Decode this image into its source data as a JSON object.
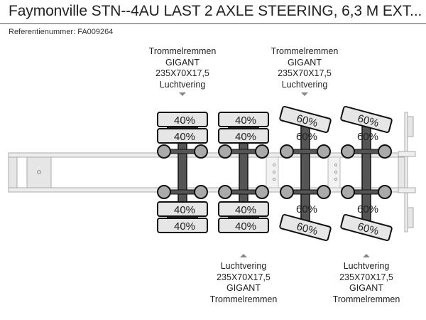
{
  "header": {
    "title": "Faymonville STN--4AU LAST 2 AXLE STEERING, 6,3 M EXT...",
    "reference": "Referentienummer: FA009264"
  },
  "labels_top": [
    {
      "lines": [
        "Trommelremmen",
        "GIGANT",
        "235X70X17,5",
        "Luchtvering"
      ]
    },
    {
      "lines": [
        "Trommelremmen",
        "GIGANT",
        "235X70X17,5",
        "Luchtvering"
      ]
    }
  ],
  "labels_bottom": [
    {
      "lines": [
        "Luchtvering",
        "235X70X17,5",
        "GIGANT",
        "Trommelremmen"
      ]
    },
    {
      "lines": [
        "Luchtvering",
        "235X70X17,5",
        "GIGANT",
        "Trommelremmen"
      ]
    }
  ],
  "axles": [
    {
      "steering": false,
      "tyres_top": [
        "40%",
        "40%"
      ],
      "tyres_bottom": [
        "40%",
        "40%"
      ]
    },
    {
      "steering": false,
      "tyres_top": [
        "40%",
        "40%"
      ],
      "tyres_bottom": [
        "40%",
        "40%"
      ]
    },
    {
      "steering": true,
      "tyres_top": [
        "60%",
        "60%"
      ],
      "tyres_bottom": [
        "60%",
        "60%"
      ]
    },
    {
      "steering": true,
      "tyres_top": [
        "60%",
        "60%"
      ],
      "tyres_bottom": [
        "60%",
        "60%"
      ]
    }
  ],
  "colors": {
    "tyre_fill": "#e6e6e6",
    "hub_fill": "#aaaaaa",
    "axle_bar": "#555555",
    "frame": "#eeeeee"
  }
}
